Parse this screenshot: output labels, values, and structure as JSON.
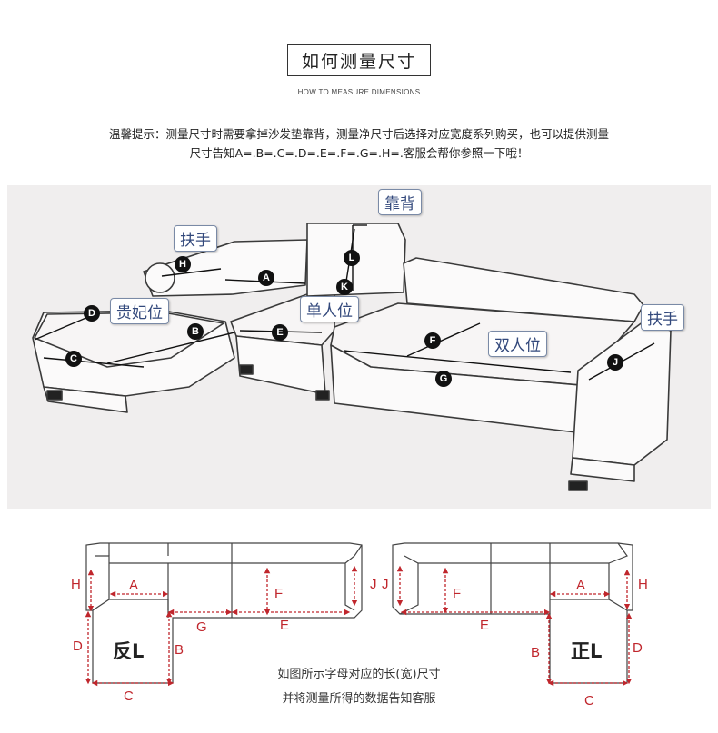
{
  "header": {
    "title": "如何测量尺寸",
    "subtitle": "HOW TO MEASURE DIMENSIONS"
  },
  "tip": {
    "line1": "温馨提示：测量尺寸时需要拿掉沙发垫靠背，测量净尺寸后选择对应宽度系列购买，也可以提供测量",
    "line2": "尺寸告知A=.B=.C=.D=.E=.F=.G=.H=.客服会帮你参照一下哦！"
  },
  "photo": {
    "callouts": {
      "backrest": "靠背",
      "armrest_left": "扶手",
      "chaise": "贵妃位",
      "single_seat": "单人位",
      "double_seat": "双人位",
      "armrest_right": "扶手"
    },
    "markers": {
      "a": "A",
      "b": "B",
      "c": "C",
      "d": "D",
      "e": "E",
      "f": "F",
      "g": "G",
      "h": "H",
      "j": "J",
      "k": "K",
      "l": "L"
    }
  },
  "diagrams": {
    "left": {
      "name": "反L",
      "labels": {
        "h": "H",
        "a": "A",
        "f": "F",
        "j": "J",
        "g": "G",
        "e": "E",
        "d": "D",
        "b": "B",
        "c": "C"
      }
    },
    "right": {
      "name": "正L",
      "labels": {
        "j": "J",
        "f": "F",
        "a": "A",
        "h": "H",
        "e": "E",
        "b": "B",
        "d": "D",
        "c": "C"
      }
    }
  },
  "note": {
    "line1": "如图所示字母对应的长(宽)尺寸",
    "line2": "并将测量所得的数据告知客服"
  },
  "colors": {
    "dimension": "#c0262c",
    "callout_text": "#33497c",
    "sketch": "#333333"
  }
}
